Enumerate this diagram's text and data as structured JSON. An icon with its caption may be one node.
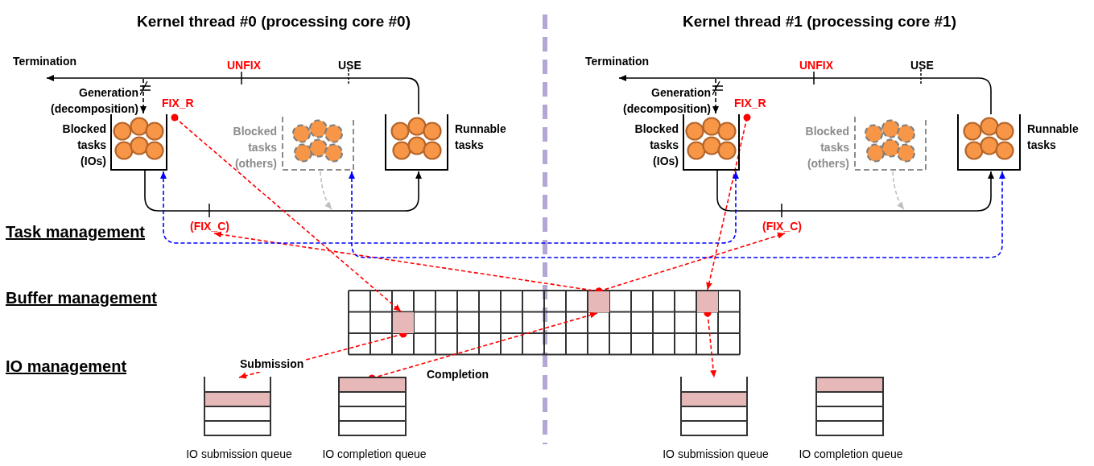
{
  "diagram": {
    "nodes": [
      {
        "text": [
          "Termination"
        ]
      },
      {
        "text": [
          "FIX_R"
        ]
      },
      {
        "text": [
          "Blocked tasks (IOs)"
        ]
      },
      {
        "text": [
          "Blocked tasks (others)"
        ]
      },
      {
        "text": [
          "Runnable tasks"
        ]
      },
      {
        "text": [
          "(FIX_C)"
        ]
      },
      {
        "text": [
          "Termination"
        ]
      },
      {
        "text": [
          "FIX_R"
        ]
      },
      {
        "text": [
          "Blocked tasks (IOs)"
        ]
      },
      {
        "text": [
          "Blocked tasks (others)"
        ]
      },
      {
        "text": [
          "Runnable tasks"
        ]
      },
      {
        "text": [
          "(FIX_C)"
        ]
      },
      {
        "text": [],
        "shape": "box"
      },
      {
        "text": [],
        "shape": "box"
      },
      {
        "text": [],
        "shape": "box"
      },
      {
        "text": [
          "IO submission queue"
        ]
      },
      {
        "text": [
          "IO completion queue"
        ]
      },
      {
        "text": [
          "IO submission queue"
        ]
      },
      {
        "text": [
          "IO completion queue"
        ]
      }
    ],
    "edges": [
      {
        "from": 4,
        "to": 0,
        "arrow": "to",
        "color": "#000000"
      },
      {
        "from": null,
        "to": 2,
        "arrow": "to",
        "label": "Generation (decomposition)",
        "style": "dashed",
        "color": "#000000"
      },
      {
        "from": 2,
        "to": 4,
        "arrow": "to",
        "color": "#000000"
      },
      {
        "from": 3,
        "to": null,
        "arrow": "to",
        "style": "dashed",
        "color": "#bfbfbf"
      },
      {
        "from": 10,
        "to": 6,
        "arrow": "to",
        "color": "#000000"
      },
      {
        "from": null,
        "to": 8,
        "arrow": "to",
        "label": "Generation (decomposition)",
        "style": "dashed",
        "color": "#000000"
      },
      {
        "from": 8,
        "to": 10,
        "arrow": "to",
        "color": "#000000"
      },
      {
        "from": 9,
        "to": null,
        "arrow": "to",
        "style": "dashed",
        "color": "#bfbfbf"
      },
      {
        "from": 1,
        "to": 12,
        "arrow": "to",
        "style": "dashed",
        "color": "#ff0000"
      },
      {
        "from": 12,
        "to": 15,
        "arrow": "to",
        "label": "Submission",
        "style": "dashed",
        "color": "#ff0000"
      },
      {
        "from": 16,
        "to": 13,
        "arrow": "to",
        "label": "Completion",
        "style": "dashed",
        "color": "#ff0000"
      },
      {
        "from": 13,
        "to": 5,
        "arrow": "to",
        "style": "dashed",
        "color": "#ff0000"
      },
      {
        "from": 13,
        "to": 11,
        "arrow": "to",
        "style": "dashed",
        "color": "#ff0000"
      },
      {
        "from": 7,
        "to": 14,
        "arrow": "to",
        "style": "dashed",
        "color": "#ff0000"
      },
      {
        "from": 14,
        "to": 17,
        "arrow": "to",
        "style": "dashed",
        "color": "#ff0000"
      },
      {
        "from": 2,
        "to": 8,
        "arrow": "both",
        "style": "dashed",
        "color": "#0000ff"
      },
      {
        "from": 3,
        "to": 10,
        "arrow": "both",
        "style": "dashed",
        "color": "#0000ff"
      }
    ],
    "labels": [
      "Kernel thread #0 (processing core #0)",
      "Kernel thread #1 (processing core #1)",
      "UNFIX",
      "USE",
      "UNFIX",
      "USE",
      "Task management",
      "Buffer management",
      "IO management"
    ]
  }
}
